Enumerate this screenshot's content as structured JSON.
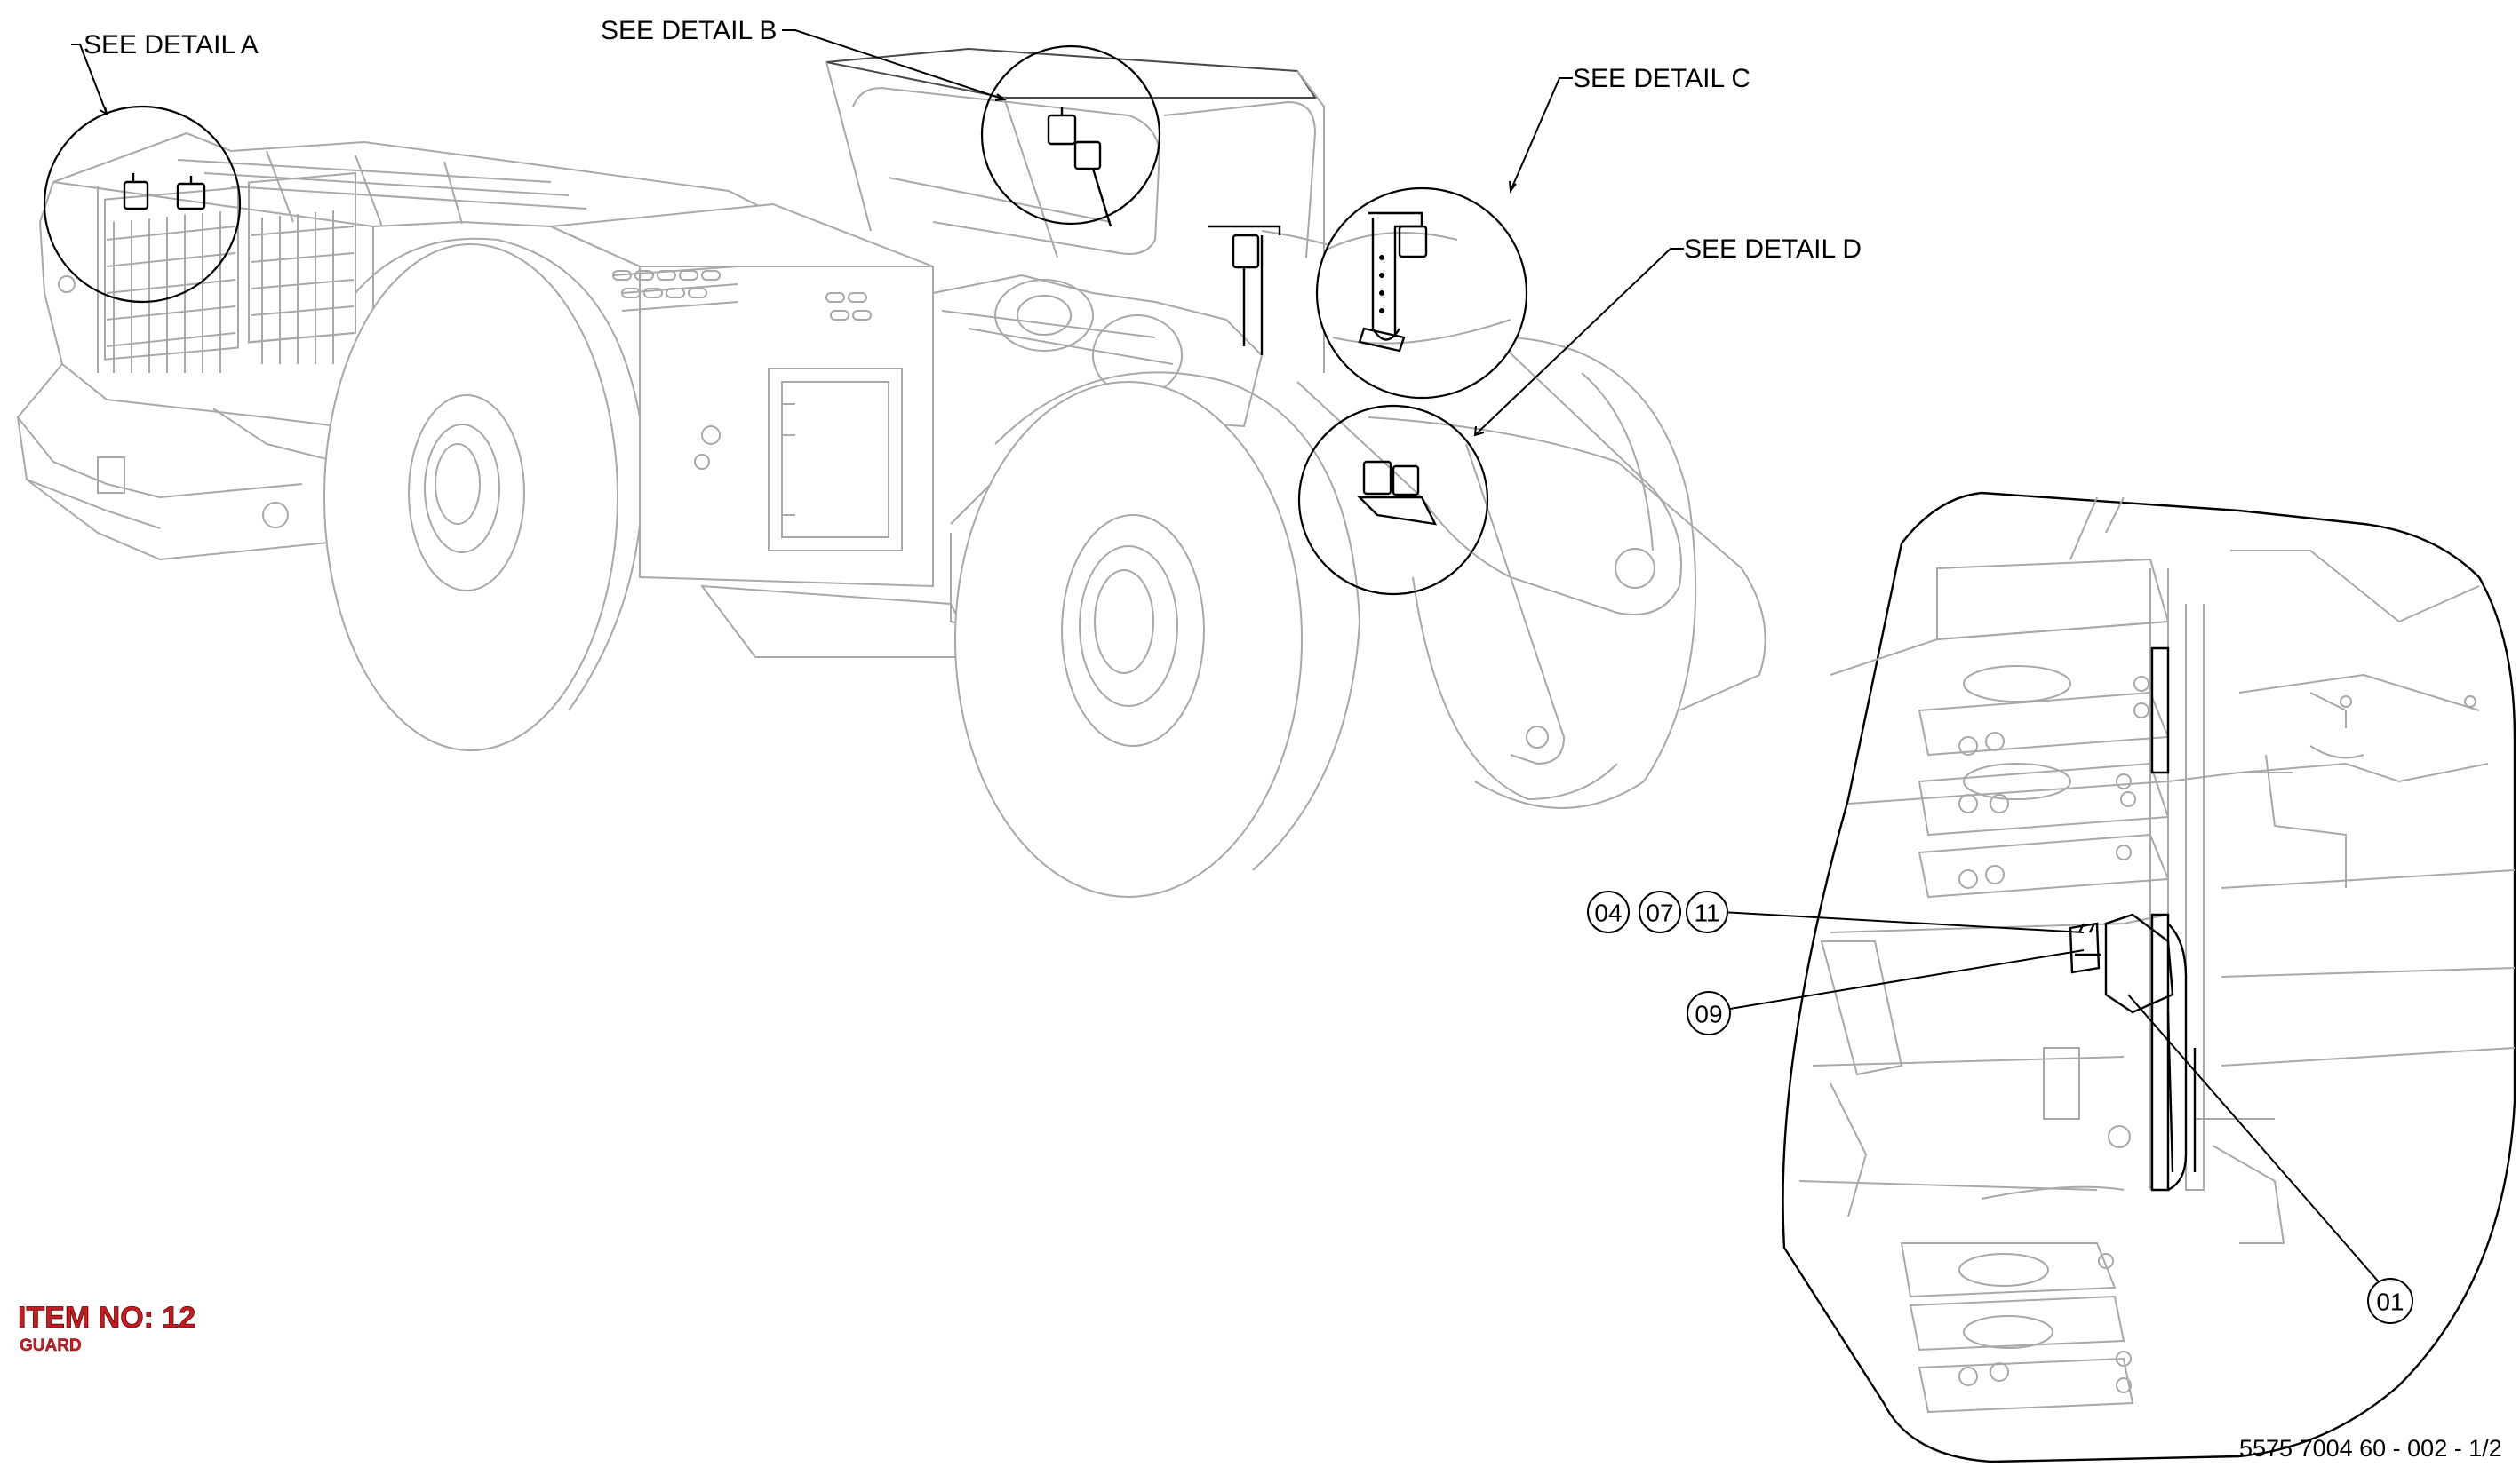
{
  "callouts": {
    "detail_a": "SEE DETAIL  A",
    "detail_b": "SEE DETAIL  B",
    "detail_c": "SEE DETAIL  C",
    "detail_d": "SEE DETAIL  D"
  },
  "balloons": {
    "b04": "04",
    "b07": "07",
    "b11": "11",
    "b09": "09",
    "b01": "01"
  },
  "item": {
    "title": "ITEM NO: 12",
    "subtitle": "GUARD"
  },
  "document_number": "5575 7004 60 - 002 - 1/2",
  "colors": {
    "outline": "#a8a8a8",
    "highlight": "#000000",
    "item_red": "#c41e24"
  }
}
